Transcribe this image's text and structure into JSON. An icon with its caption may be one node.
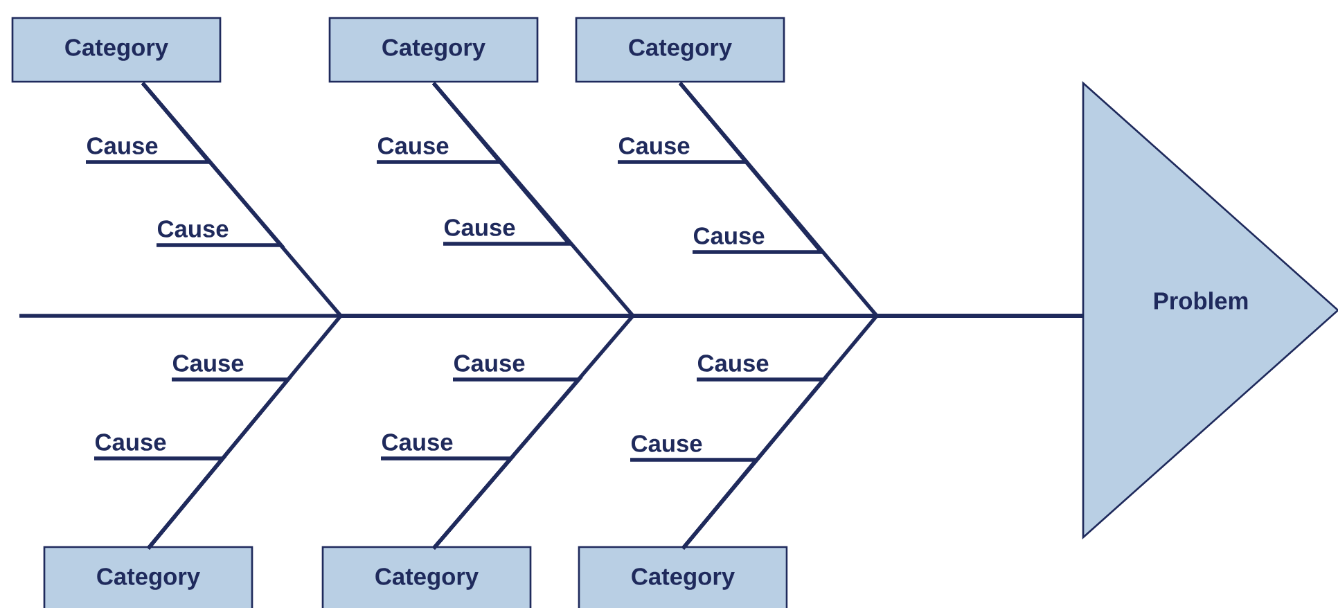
{
  "diagram": {
    "nodes": [
      {
        "text": [
          "Category"
        ]
      },
      {
        "text": [
          "Category"
        ]
      },
      {
        "text": [
          "Category"
        ]
      },
      {
        "text": [
          "Category"
        ]
      },
      {
        "text": [
          "Category"
        ]
      },
      {
        "text": [
          "Category"
        ]
      },
      {
        "text": [
          "Problem"
        ]
      },
      {
        "text": [
          "Cause"
        ]
      },
      {
        "text": [
          "Cause"
        ]
      },
      {
        "text": [
          "Cause"
        ]
      },
      {
        "text": [
          "Cause"
        ]
      },
      {
        "text": [
          "Cause"
        ]
      },
      {
        "text": [
          "Cause"
        ]
      },
      {
        "text": [
          "Cause"
        ]
      },
      {
        "text": [
          "Cause"
        ]
      },
      {
        "text": [
          "Cause"
        ]
      },
      {
        "text": [
          "Cause"
        ]
      },
      {
        "text": [
          "Cause"
        ]
      },
      {
        "text": [
          "Cause"
        ]
      }
    ],
    "edges": [
      {
        "from": null,
        "to": 6,
        "arrow": "none"
      },
      {
        "from": 0,
        "to": 6,
        "arrow": "none"
      },
      {
        "from": 1,
        "to": 6,
        "arrow": "none"
      },
      {
        "from": 2,
        "to": 6,
        "arrow": "none"
      },
      {
        "from": 3,
        "to": 6,
        "arrow": "none"
      },
      {
        "from": 4,
        "to": 6,
        "arrow": "none"
      },
      {
        "from": 5,
        "to": 6,
        "arrow": "none"
      },
      {
        "from": 7,
        "to": 0,
        "arrow": "none"
      },
      {
        "from": 8,
        "to": 0,
        "arrow": "none"
      },
      {
        "from": 9,
        "to": 1,
        "arrow": "none"
      },
      {
        "from": 10,
        "to": 1,
        "arrow": "none"
      },
      {
        "from": 11,
        "to": 2,
        "arrow": "none"
      },
      {
        "from": 12,
        "to": 2,
        "arrow": "none"
      },
      {
        "from": 13,
        "to": 3,
        "arrow": "none"
      },
      {
        "from": 14,
        "to": 3,
        "arrow": "none"
      },
      {
        "from": 15,
        "to": 4,
        "arrow": "none"
      },
      {
        "from": 16,
        "to": 4,
        "arrow": "none"
      },
      {
        "from": 17,
        "to": 5,
        "arrow": "none"
      },
      {
        "from": 18,
        "to": 5,
        "arrow": "none"
      }
    ]
  }
}
